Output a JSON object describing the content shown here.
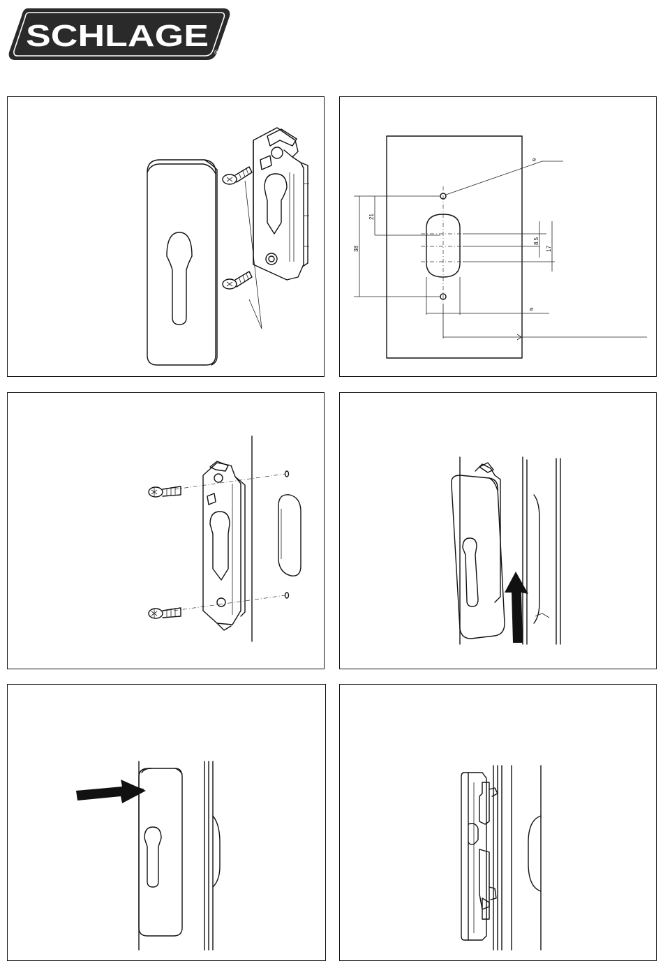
{
  "brand": {
    "logo_text": "SCHLAGE",
    "registered_mark": "®"
  },
  "drilling_template": {
    "dimension_21": "21",
    "dimension_38": "38",
    "dimension_8_5": "8.5",
    "dimension_17": "17",
    "diameter_symbol_top": "⌀",
    "diameter_symbol_bottom": "⌀"
  },
  "colors": {
    "ink": "#111111",
    "logo_fill": "#2a2a2a",
    "paper": "#ffffff"
  }
}
